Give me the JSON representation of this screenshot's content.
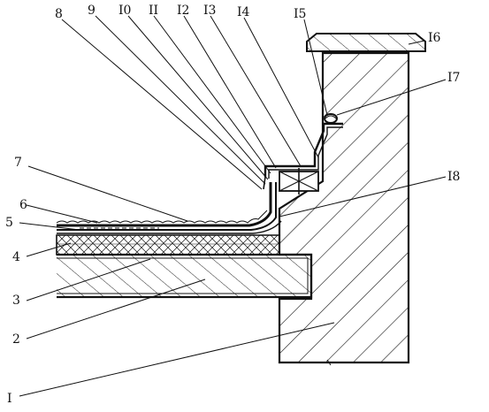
{
  "diagram": {
    "stroke_color": "#111111",
    "background": "#ffffff",
    "labels": [
      {
        "id": "l1",
        "text": "I"
      },
      {
        "id": "l2",
        "text": "2"
      },
      {
        "id": "l3",
        "text": "3"
      },
      {
        "id": "l4",
        "text": "4"
      },
      {
        "id": "l5",
        "text": "5"
      },
      {
        "id": "l6",
        "text": "6"
      },
      {
        "id": "l7",
        "text": "7"
      },
      {
        "id": "l8",
        "text": "8"
      },
      {
        "id": "l9",
        "text": "9"
      },
      {
        "id": "l10",
        "text": "I0"
      },
      {
        "id": "l11",
        "text": "II"
      },
      {
        "id": "l12",
        "text": "I2"
      },
      {
        "id": "l13",
        "text": "I3"
      },
      {
        "id": "l14",
        "text": "I4"
      },
      {
        "id": "l15",
        "text": "I5"
      },
      {
        "id": "l16",
        "text": "I6"
      },
      {
        "id": "l17",
        "text": "I7"
      },
      {
        "id": "l18",
        "text": "I8"
      }
    ]
  }
}
